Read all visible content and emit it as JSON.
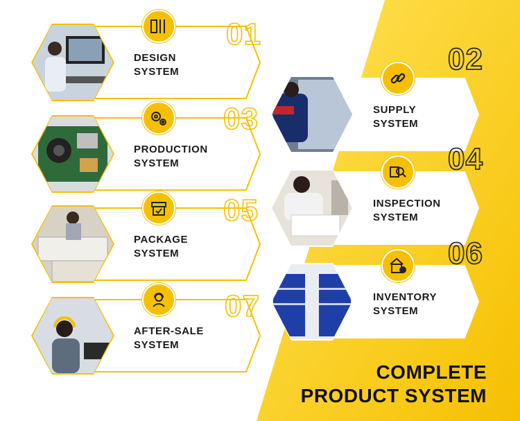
{
  "colors": {
    "accent": "#f6c000",
    "accent_light": "#ffd84a",
    "text": "#1a1a1a"
  },
  "headline": {
    "line1": "COMPLETE",
    "line2": "PRODUCT SYSTEM"
  },
  "steps": [
    {
      "number": "01",
      "line1": "DESIGN",
      "line2": "SYSTEM",
      "icon": "design-tools-icon",
      "photo": "designer-at-computer-photo"
    },
    {
      "number": "02",
      "line1": "SUPPLY",
      "line2": "SYSTEM",
      "icon": "chain-link-icon",
      "photo": "warehouse-worker-photo"
    },
    {
      "number": "03",
      "line1": "PRODUCTION",
      "line2": "SYSTEM",
      "icon": "gears-icon",
      "photo": "circuit-board-photo"
    },
    {
      "number": "04",
      "line1": "INSPECTION",
      "line2": "SYSTEM",
      "icon": "magnifier-inspection-icon",
      "photo": "inspection-worker-photo"
    },
    {
      "number": "05",
      "line1": "PACKAGE",
      "line2": "SYSTEM",
      "icon": "package-box-icon",
      "photo": "packaging-boxes-photo"
    },
    {
      "number": "06",
      "line1": "INVENTORY",
      "line2": "SYSTEM",
      "icon": "warehouse-building-icon",
      "photo": "inventory-shelves-photo"
    },
    {
      "number": "07",
      "line1": "AFTER-SALE",
      "line2": "SYSTEM",
      "icon": "support-agent-icon",
      "photo": "call-center-photo"
    }
  ]
}
